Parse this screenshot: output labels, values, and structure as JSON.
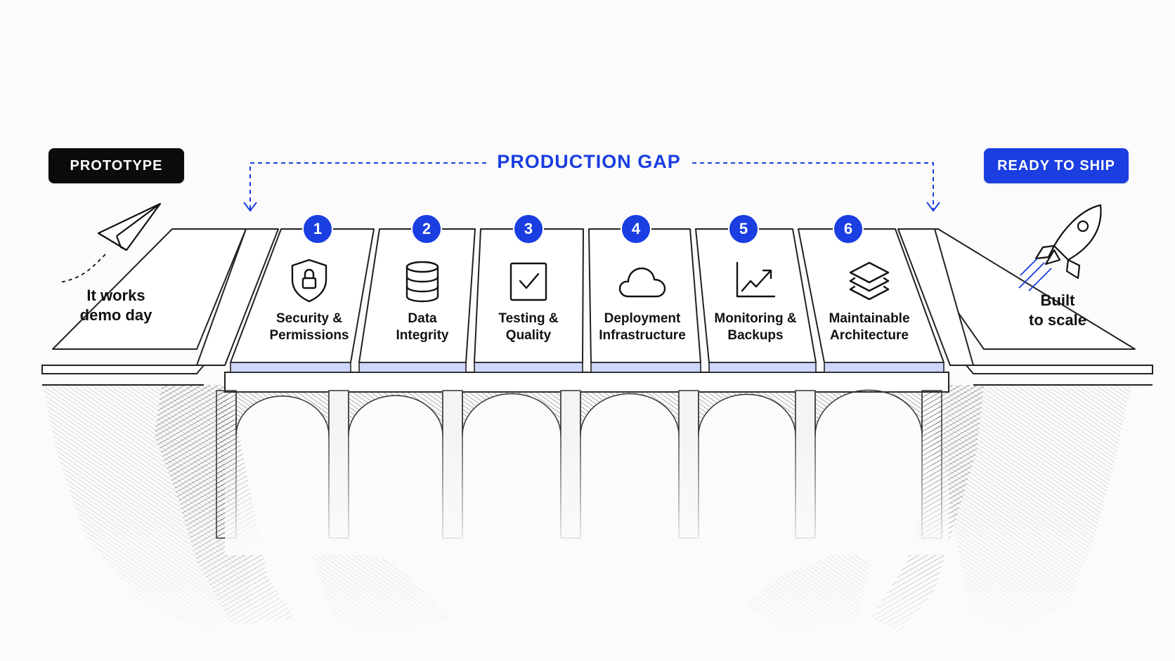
{
  "left_badge": {
    "label": "PROTOTYPE",
    "color": "#0b0b0b"
  },
  "right_badge": {
    "label": "READY TO SHIP",
    "color": "#1a3ee0"
  },
  "left_caption": {
    "line1": "It works",
    "line2": "demo day"
  },
  "right_caption": {
    "line1": "Built",
    "line2": "to scale"
  },
  "gap_title": "PRODUCTION GAP",
  "accent_color": "#1a3ee0",
  "steps": [
    {
      "number": "1",
      "line1": "Security &",
      "line2": "Permissions",
      "icon": "shield-lock-icon"
    },
    {
      "number": "2",
      "line1": "Data",
      "line2": "Integrity",
      "icon": "database-icon"
    },
    {
      "number": "3",
      "line1": "Testing &",
      "line2": "Quality",
      "icon": "checkbox-icon"
    },
    {
      "number": "4",
      "line1": "Deployment",
      "line2": "Infrastructure",
      "icon": "cloud-icon"
    },
    {
      "number": "5",
      "line1": "Monitoring &",
      "line2": "Backups",
      "icon": "line-chart-icon"
    },
    {
      "number": "6",
      "line1": "Maintainable",
      "line2": "Architecture",
      "icon": "layers-icon"
    }
  ],
  "decor_icons": [
    "paper-plane-icon",
    "rocket-icon"
  ]
}
